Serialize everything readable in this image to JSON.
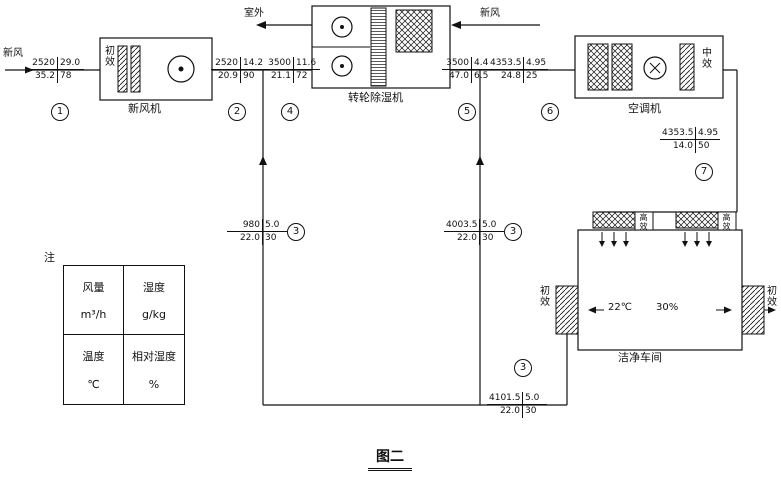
{
  "colors": {
    "ink": "#111111",
    "paper": "#ffffff"
  },
  "figure": {
    "title": "图二",
    "note": "注"
  },
  "labels": {
    "fresh_air_inlet": "新风",
    "outdoor": "室外",
    "regen_fresh_air": "新风",
    "fresh_air_unit": "新风机",
    "fau_prefilter": "初效",
    "dehumidifier": "转轮除湿机",
    "ahu": "空调机",
    "ahu_medium_filter": "中效",
    "hepa_left": "高效",
    "hepa_right": "高效",
    "room_prefilter_left": "初效",
    "room_prefilter_right": "初效",
    "clean_room": "洁净车间",
    "room_temp": "22℃",
    "room_rh": "30%"
  },
  "nodes": [
    {
      "id": "1"
    },
    {
      "id": "2"
    },
    {
      "id": "4"
    },
    {
      "id": "5"
    },
    {
      "id": "6"
    },
    {
      "id": "7"
    },
    {
      "id": "3"
    },
    {
      "id": "3"
    },
    {
      "id": "3"
    }
  ],
  "readings": [
    {
      "station": "1",
      "airflow": "2520",
      "humidity": "29.0",
      "temp": "35.2",
      "rh": "78"
    },
    {
      "station": "2",
      "airflow": "2520",
      "humidity": "14.2",
      "temp": "20.9",
      "rh": "90"
    },
    {
      "station": "4",
      "airflow": "3500",
      "humidity": "11.6",
      "temp": "21.1",
      "rh": "72"
    },
    {
      "station": "5",
      "airflow": "3500",
      "humidity": "4.4",
      "temp": "47.0",
      "rh": "6.5"
    },
    {
      "station": "6",
      "airflow": "4353.5",
      "humidity": "4.95",
      "temp": "24.8",
      "rh": "25"
    },
    {
      "station": "7",
      "airflow": "4353.5",
      "humidity": "4.95",
      "temp": "14.0",
      "rh": "50"
    },
    {
      "station": "3a",
      "airflow": "980",
      "humidity": "5.0",
      "temp": "22.0",
      "rh": "30"
    },
    {
      "station": "3b",
      "airflow": "4003.5",
      "humidity": "5.0",
      "temp": "22.0",
      "rh": "30"
    },
    {
      "station": "3c",
      "airflow": "4101.5",
      "humidity": "5.0",
      "temp": "22.0",
      "rh": "30"
    }
  ],
  "legend": {
    "cells": [
      {
        "name": "风量",
        "unit": "m³/h"
      },
      {
        "name": "湿度",
        "unit": "g/kg"
      },
      {
        "name": "温度",
        "unit": "℃"
      },
      {
        "name": "相对湿度",
        "unit": "%"
      }
    ]
  }
}
